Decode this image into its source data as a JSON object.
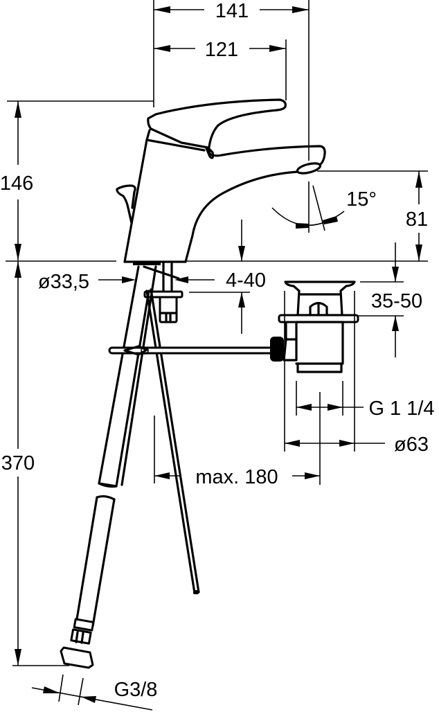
{
  "drawing": {
    "subject": "Single-lever basin mixer with pop-up waste — dimensional drawing",
    "units": "mm",
    "colors": {
      "line": "#000000",
      "background": "#ffffff"
    }
  },
  "dimensions": {
    "overall_depth": "141",
    "lever_depth": "121",
    "height": "146",
    "spout_height": "81",
    "swivel_angle": "15°",
    "hole_diameter": "ø33,5",
    "deck_thickness": "4-40",
    "waste_flange_height": "35-50",
    "waste_thread": "G 1 1/4",
    "waste_diameter": "ø63",
    "rod_reach": "max. 180",
    "hose_length": "370",
    "hose_thread": "G3/8"
  }
}
